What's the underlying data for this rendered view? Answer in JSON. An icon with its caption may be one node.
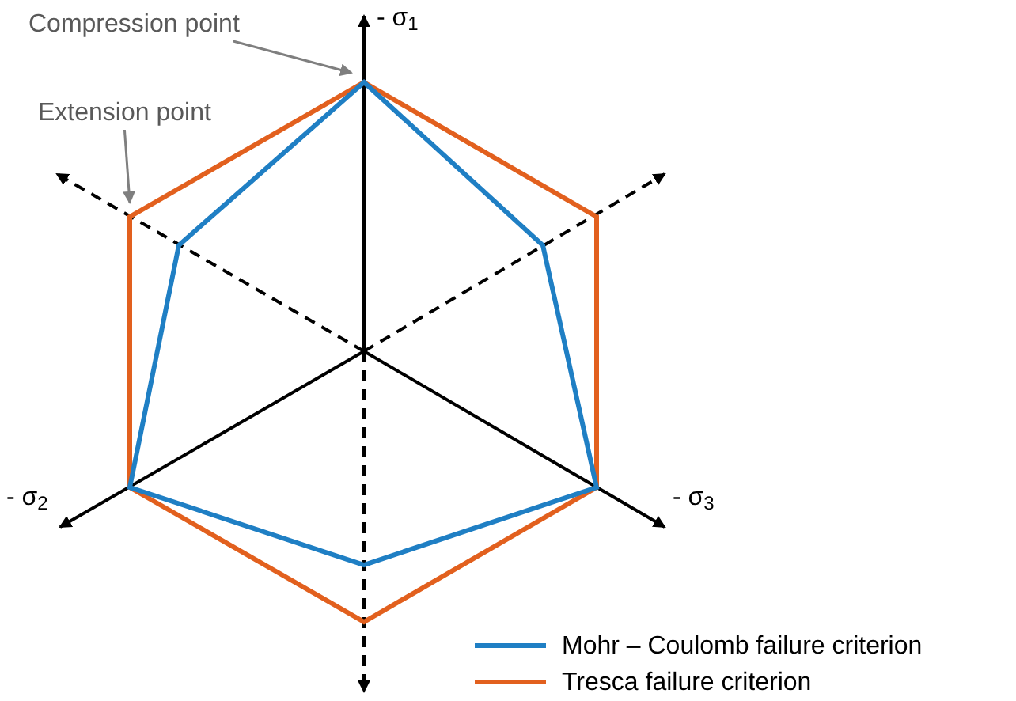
{
  "diagram": {
    "nodes": [
      {
        "text": [
          "Compression point"
        ]
      },
      {
        "text": [
          "Extension point"
        ]
      }
    ],
    "edges": [
      {
        "from": 0,
        "to": null,
        "arrow": "to",
        "color": "#7f7f7f"
      },
      {
        "from": 1,
        "to": null,
        "arrow": "to",
        "color": "#7f7f7f"
      }
    ],
    "labels": [
      "- σ$_{1}$",
      "- σ$_{2}$",
      "- σ$_{3}$"
    ],
    "legend": [
      {
        "text": "Mohr – Coulomb failure criterion"
      },
      {
        "text": "Tresca failure criterion"
      }
    ]
  }
}
